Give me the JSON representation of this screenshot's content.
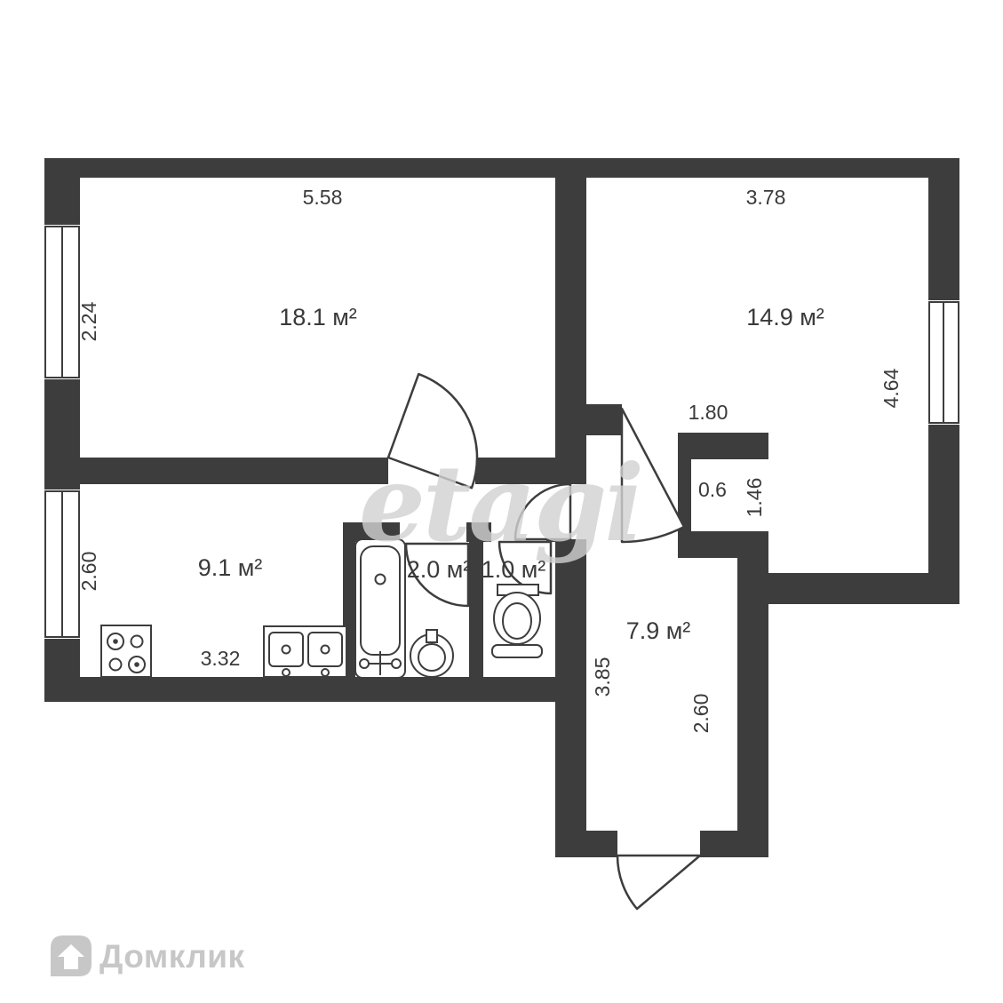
{
  "watermark": "etagi",
  "logo": {
    "text": "Домклик"
  },
  "colors": {
    "wall": "#3d3d3d",
    "text": "#3a3a3a",
    "watermark": "#d2d2d2",
    "logo": "#c7c7c7"
  },
  "rooms": {
    "living": {
      "area": "18.1 м²"
    },
    "bedroom": {
      "area": "14.9 м²"
    },
    "kitchen": {
      "area": "9.1 м²"
    },
    "bath": {
      "area": "2.0 м²"
    },
    "wc": {
      "area": "1.0 м²"
    },
    "hall": {
      "area": "7.9 м²"
    },
    "niche": {
      "area": "0.6"
    }
  },
  "dims": {
    "living_width": "5.58",
    "living_height": "2.24",
    "bedroom_width": "3.78",
    "bedroom_height": "4.64",
    "hall_top_width": "1.80",
    "niche_side": "1.46",
    "kitchen_height": "2.60",
    "kitchen_width": "3.32",
    "hall_height": "3.85",
    "hall_right_height": "2.60"
  }
}
